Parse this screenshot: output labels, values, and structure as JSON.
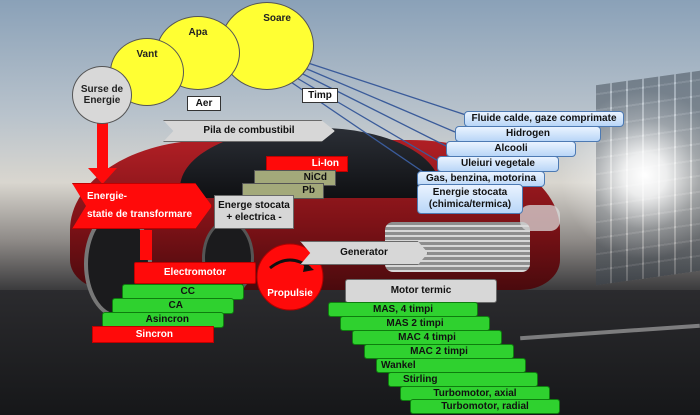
{
  "sources": {
    "soare": "Soare",
    "apa": "Apa",
    "vant": "Vant",
    "surse": "Surse de Energie",
    "aer": "Aer",
    "timp": "Timp"
  },
  "pila": "Pila de combustibil",
  "fuels": [
    "Fluide calde, gaze comprimate",
    "Hidrogen",
    "Alcooli",
    "Uleiuri vegetale",
    "Gas, benzina, motorina"
  ],
  "energie_chimica": "Energie stocata (chimica/termica)",
  "batteries": [
    "Li-Ion",
    "NiCd",
    "Pb"
  ],
  "energie_electrica": "Energe stocata + electrica -",
  "statie_line1": "Energie-",
  "statie_line2": "statie de transformare",
  "generator": "Generator",
  "electromotor": "Electromotor",
  "propulsie": "Propulsie",
  "motor_termic": "Motor termic",
  "electric_motors": [
    "CC",
    "CA",
    "Asincron",
    "Sincron"
  ],
  "thermal_engines": [
    "MAS, 4 timpi",
    "MAS 2 timpi",
    "MAC 4 timpi",
    "MAC 2 timpi",
    "Wankel",
    "Stirling",
    "Turbomotor, axial",
    "Turbomotor, radial"
  ]
}
